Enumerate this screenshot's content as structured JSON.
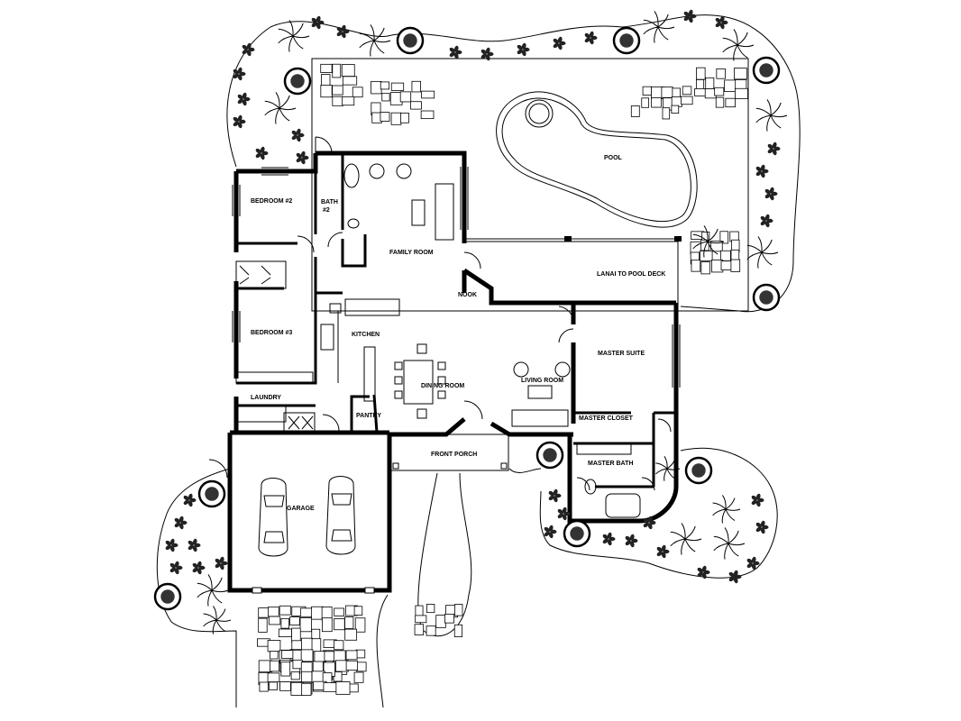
{
  "rooms": {
    "bedroom2": "BEDROOM #2",
    "bath2_line1": "BATH",
    "bath2_line2": "#2",
    "family": "FAMILY ROOM",
    "pool": "POOL",
    "lanai": "LANAI TO POOL DECK",
    "nook": "NOOK",
    "kitchen": "KITCHEN",
    "bedroom3": "BEDROOM #3",
    "master_suite": "MASTER SUITE",
    "dining": "DINING ROOM",
    "living": "LIVING ROOM",
    "laundry": "LAUNDRY",
    "pantry": "PANTRY",
    "master_closet": "MASTER CLOSET",
    "front_porch": "FRONT PORCH",
    "master_bath": "MASTER BATH",
    "garage": "GARAGE"
  },
  "icons": {
    "tree": "round-shrub-icon",
    "palm": "palm-tree-icon",
    "plant": "flower-plant-icon",
    "car": "car-icon",
    "chair": "armchair-icon",
    "door": "door-swing-icon"
  },
  "colors": {
    "ink": "#000000",
    "paper": "#ffffff"
  }
}
